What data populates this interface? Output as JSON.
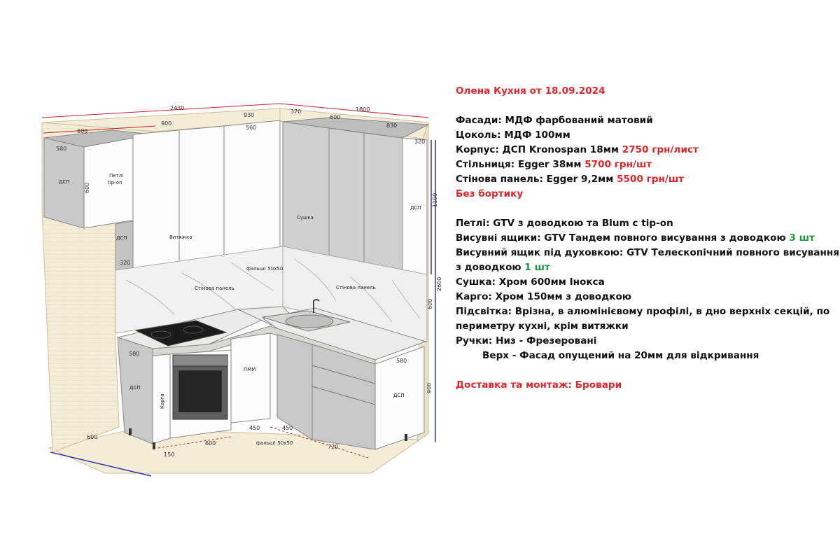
{
  "colors": {
    "accent_red": "#e0262b",
    "accent_green": "#1a9c3a",
    "dimension_blue": "#2b37a8",
    "dimension_red": "#c4262b",
    "cabinet_grey": "#c7c7c7",
    "front_white": "#fcfcfc",
    "floor_wall_beige": "#f3ecd7"
  },
  "spec": {
    "title": "Олена Кухня от 18.09.2024",
    "facades": "Фасади: МДФ фарбований матовий",
    "plinth": "Цоколь: МДФ 100мм",
    "body_label": "Корпус: ДСП Kronospan 18мм ",
    "body_price": "2750 грн/лист",
    "countertop_label": "Стільниця: Egger 38мм ",
    "countertop_price": "5700 грн/шт",
    "wall_panel_label": "Стінова панель: Egger 9,2мм ",
    "wall_panel_price": "5500 грн/шт",
    "no_edge": "Без бортику",
    "hinges": "Петлі: GTV з доводкою та Blum с tip-on",
    "drawers_label": "Висувні ящики: GTV Тандем повного висування з доводкою ",
    "drawers_qty": "3 шт",
    "oven_drawer_line1": "Висувний ящик під духовкою: GTV Телескопічний повного висування",
    "oven_drawer_line2": "з доводкою ",
    "oven_drawer_qty": "1 шт",
    "dryer": "Сушка: Хром 600мм Інокса",
    "cargo": "Карго: Хром 150мм з доводкою",
    "lighting_line1": "Підсвітка: Врізна, в алюмінієвому профілі, в дно верхніх секцій, по",
    "lighting_line2": "периметру кухні, крім витяжки",
    "handles_line1": "Ручки: Низ - Фрезеровані",
    "handles_line2": "Верх - Фасад опущений на 20мм для відкривання",
    "delivery": "Доставка та монтаж: Бровари"
  },
  "drawing": {
    "dim_top_total": "2430",
    "dim_top_right_total": "1800",
    "dim_upper_600": "600",
    "dim_upper_900": "900",
    "dim_upper_930": "930",
    "dim_upper_370": "370",
    "dim_upper_600b": "600",
    "dim_upper_830": "830",
    "dim_inner_560": "560",
    "dim_left_580": "580",
    "dim_left_600": "600",
    "dim_right_320": "320",
    "dim_right_1100": "1100",
    "dim_right_2600": "2600",
    "dim_right_600": "600",
    "dim_right_900": "900",
    "dim_left_320": "320",
    "dim_lower_580": "580",
    "dim_lower_580b": "580",
    "dim_floor_600": "600",
    "dim_floor_600b": "600",
    "dim_floor_150": "150",
    "dim_floor_450a": "450",
    "dim_floor_450b": "450",
    "dim_floor_720": "720",
    "label_dsp_upper_left": "ДСП",
    "label_hinges_tipon_1": "Петлі",
    "label_hinges_tipon_2": "tip-on",
    "label_dsp_side": "ДСП",
    "label_hood": "Витяжка",
    "label_dryer": "Сушка",
    "label_dsp_upper_right": "ДСП",
    "label_wall_panel_left": "Стінова панель",
    "label_wall_panel_right": "Стінова панель",
    "label_filler_upper": "фальш! 50х50",
    "label_dsp_lower_left": "ДСП",
    "label_cargo": "Карго",
    "label_dishwasher": "ПММ",
    "label_dsp_lower_right": "ДСП",
    "label_filler_lower": "фальш! 50х50"
  }
}
